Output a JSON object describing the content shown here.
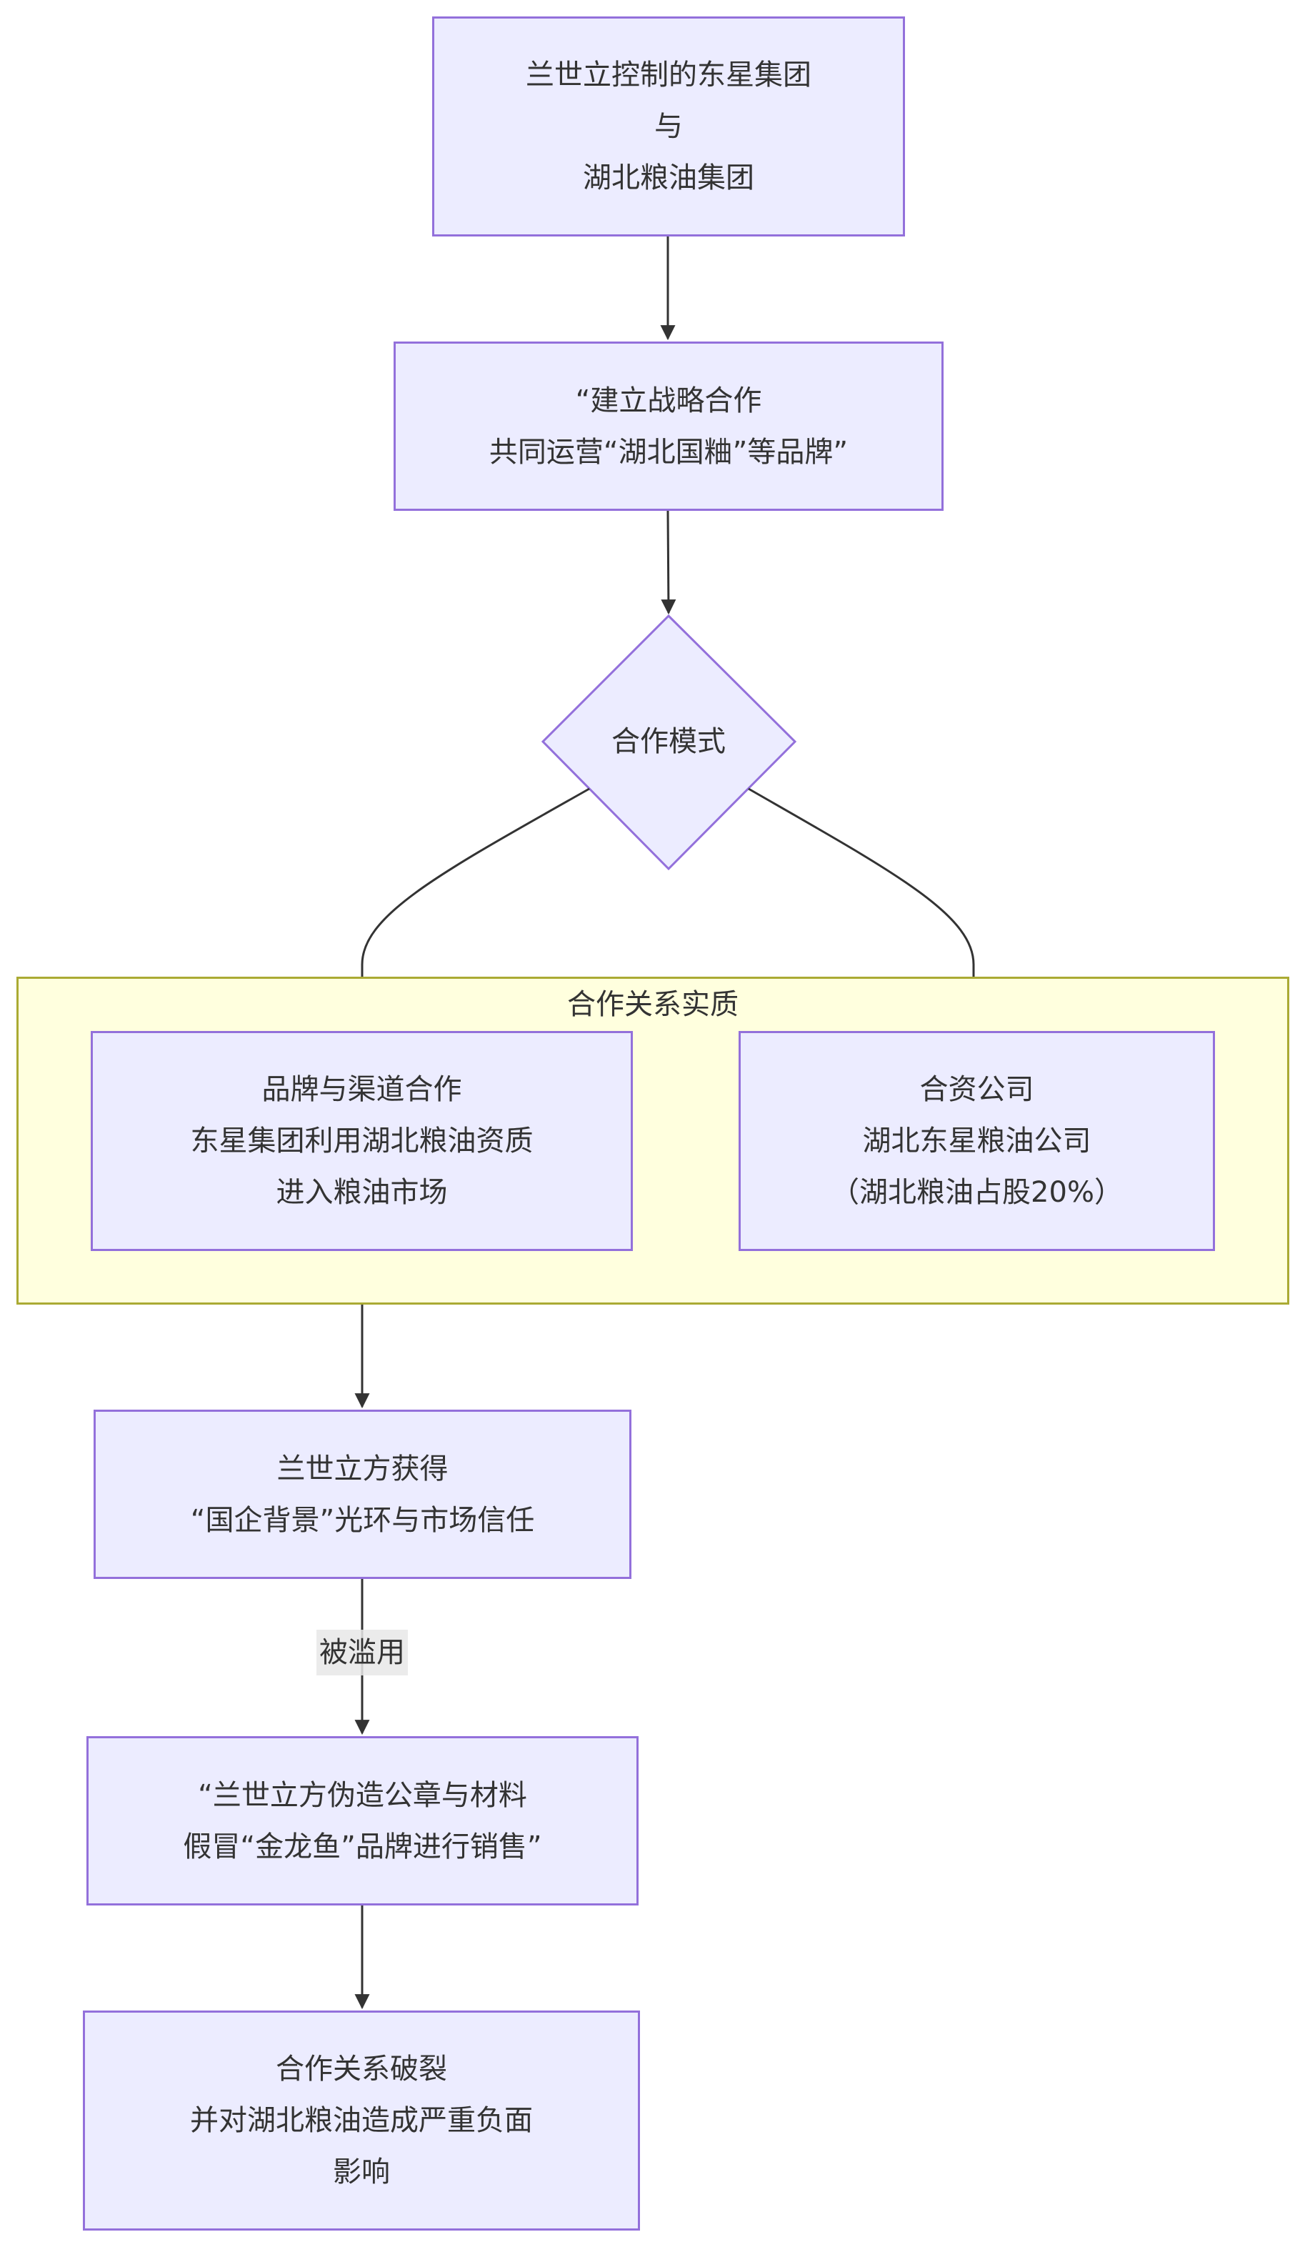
{
  "diagram": {
    "type": "flowchart",
    "nodes": {
      "start": {
        "lines": [
          "兰世立控制的东星集团",
          "与",
          "湖北粮油集团"
        ]
      },
      "claim": {
        "lines": [
          "“建立战略合作",
          "共同运营“湖北国粬”等品牌”"
        ]
      },
      "mode": {
        "label": "合作模式",
        "shape": "diamond"
      },
      "brand": {
        "lines": [
          "品牌与渠道合作",
          "东星集团利用湖北粮油资质",
          "进入粮油市场"
        ]
      },
      "jv": {
        "lines": [
          "合资公司",
          "湖北东星粮油公司",
          "（湖北粮油占股20%）"
        ]
      },
      "halo": {
        "lines": [
          "兰世立方获得",
          "“国企背景”光环与市场信任"
        ]
      },
      "fraud": {
        "lines": [
          "“兰世立方伪造公章与材料",
          "假冒“金龙鱼”品牌进行销售”"
        ]
      },
      "result": {
        "lines": [
          "合作关系破裂",
          "并对湖北粮油造成严重负面",
          "影响"
        ]
      }
    },
    "cluster": {
      "title": "合作关系实质",
      "contains": [
        "brand",
        "jv"
      ]
    },
    "edges": [
      {
        "from": "start",
        "to": "claim",
        "label": ""
      },
      {
        "from": "claim",
        "to": "mode",
        "label": ""
      },
      {
        "from": "mode",
        "to": "brand",
        "label": ""
      },
      {
        "from": "mode",
        "to": "jv",
        "label": ""
      },
      {
        "from": "cluster",
        "to": "halo",
        "label": ""
      },
      {
        "from": "halo",
        "to": "fraud",
        "label": "被滥用"
      },
      {
        "from": "fraud",
        "to": "result",
        "label": ""
      }
    ],
    "colors": {
      "node_fill": "#ECECFF",
      "node_stroke": "#9370DB",
      "cluster_fill": "#FFFFDE",
      "cluster_stroke": "#AAAA33",
      "edge": "#333333",
      "text": "#333333",
      "edge_label_bg": "#E8E8E8"
    }
  }
}
